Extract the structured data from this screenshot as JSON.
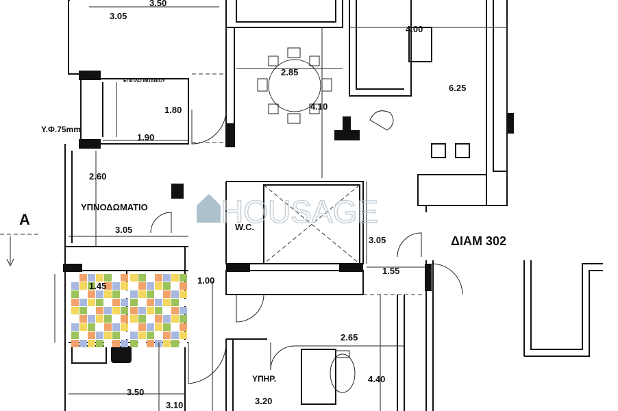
{
  "plan": {
    "dimensions": {
      "top_width": "3.50",
      "top_left_room": "3.05",
      "living_width": "4.00",
      "dining_width": "2.85",
      "dining_depth": "4.10",
      "living_depth": "6.25",
      "bath_depth": "1.80",
      "bath_width": "1.90",
      "bedroom_depth": "2.60",
      "bedroom_width": "3.05",
      "shaft_depth": "3.05",
      "stair_width": "1.55",
      "corridor_width": "1.00",
      "small_bath": "1.45",
      "kitchen_width": "2.65",
      "kitchen_depth": "4.40",
      "bottom_room_width": "3.50",
      "bottom_depth": "3.10",
      "maid_room_depth": "3.20"
    },
    "labels": {
      "pipe": "Υ.Φ.75mm",
      "bath_furniture": "ΕΠΙΠΛΟ ΜΠΑΝΙΟΥ",
      "bedroom": "ΥΠΝΟΔΩΜΑΤΙΟ",
      "wc": "W.C.",
      "apartment": "ΔΙΑΜ 302",
      "maid_room": "ΥΠΗΡ.",
      "section_marker": "A"
    },
    "watermark": "HOUSAGE",
    "tile_colors": [
      "#f4d75e",
      "#f2a36b",
      "#9cc35a",
      "#a9b8e0",
      "#ffffff"
    ]
  }
}
